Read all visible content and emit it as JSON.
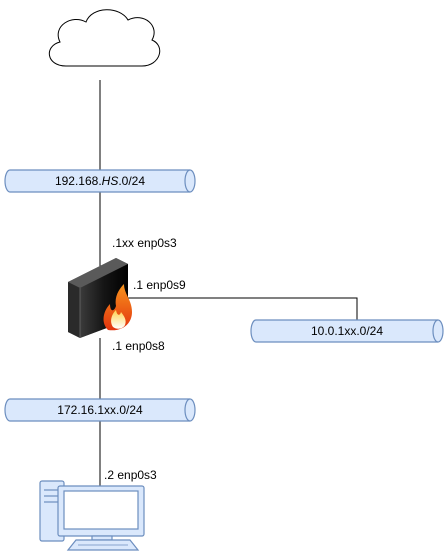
{
  "networks": {
    "wan": {
      "prefix": "192.168.",
      "italic": "HS",
      "suffix": ".0/24"
    },
    "dmz": {
      "label": "10.0.1xx.0/24"
    },
    "lan": {
      "label": "172.16.1xx.0/24"
    }
  },
  "firewall": {
    "if_wan": ".1xx enp0s3",
    "if_dmz": ".1 enp0s9",
    "if_lan": ".1 enp0s8"
  },
  "client": {
    "if": ".2 enp0s3"
  },
  "icons": {
    "cloud": "cloud-icon",
    "firewall": "firewall-icon",
    "workstation": "workstation-icon"
  },
  "colors": {
    "pipe_fill": "#dae8fc",
    "pipe_stroke": "#6c8ebf",
    "link": "#000000",
    "computer": "#dae8fc",
    "computer_stroke": "#6c8ebf"
  }
}
